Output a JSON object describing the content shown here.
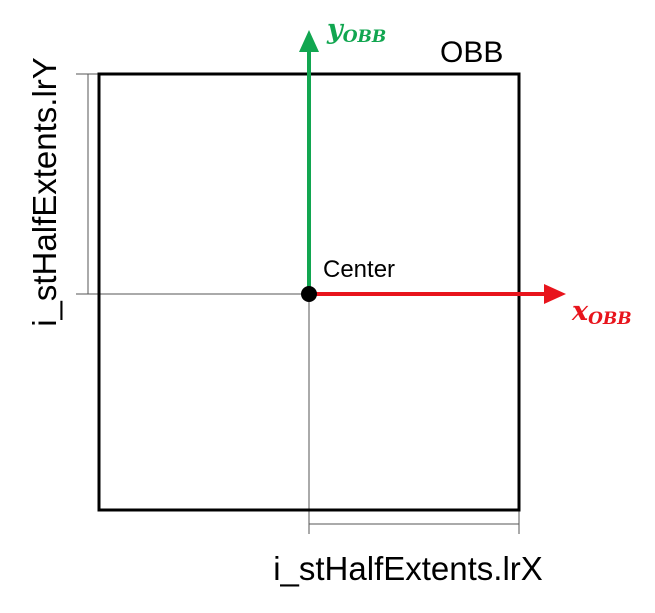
{
  "box_label": "OBB",
  "center_label": "Center",
  "x_axis": {
    "symbol": "x",
    "subscript": "OBB",
    "color": "#e8141c"
  },
  "y_axis": {
    "symbol": "y",
    "subscript": "OBB",
    "color": "#11a650"
  },
  "dimension_x_label": "i_stHalfExtents.lrX",
  "dimension_y_label": "i_stHalfExtents.lrY",
  "colors": {
    "box_stroke": "#000000",
    "guide_stroke": "#555555",
    "center_point": "#000000"
  }
}
